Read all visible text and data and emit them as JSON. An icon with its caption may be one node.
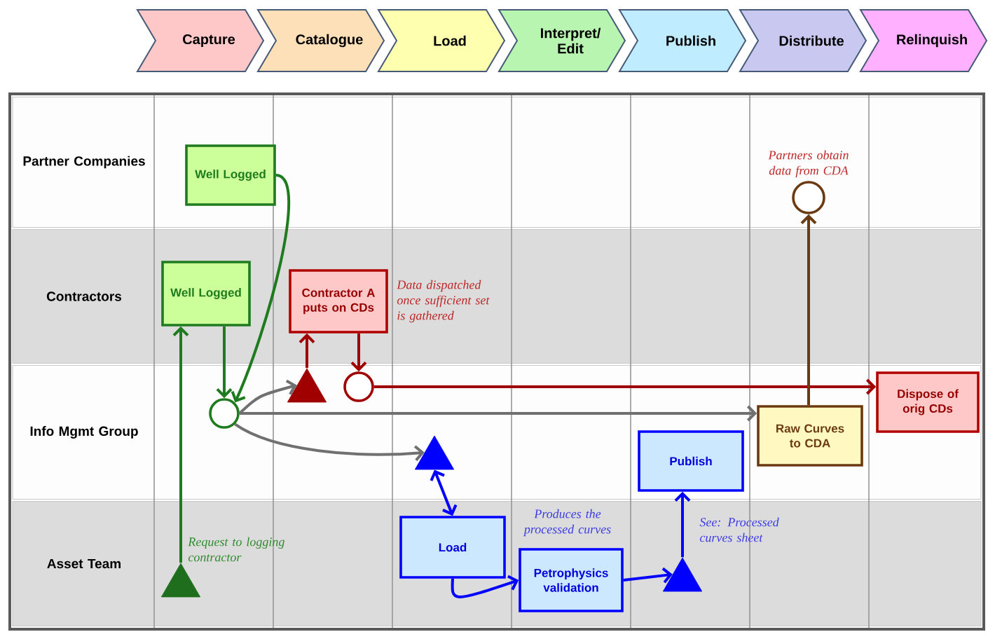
{
  "diagram": {
    "nodes": [
      {
        "text": [
          "Capture"
        ]
      },
      {
        "text": [
          "Catalogue"
        ]
      },
      {
        "text": [
          "Load"
        ]
      },
      {
        "text": [
          "Interpret/ Edit"
        ]
      },
      {
        "text": [
          "Publish"
        ]
      },
      {
        "text": [
          "Distribute"
        ]
      },
      {
        "text": [
          "Relinquish"
        ]
      },
      {
        "text": [
          "Partner Companies"
        ]
      },
      {
        "text": [
          "Contractors"
        ]
      },
      {
        "text": [
          "Info Mgmt Group"
        ]
      },
      {
        "text": [
          "Asset Team"
        ]
      },
      {
        "text": [
          "Well Logged"
        ],
        "in": 7
      },
      {
        "text": [
          "Well Logged"
        ],
        "in": 8
      },
      {
        "text": [
          "Contractor A puts on CDs"
        ],
        "in": 8,
        "beside": [
          "Data dispatched once sufficient set is gathered"
        ]
      },
      {
        "text": [],
        "shape": "circle",
        "in": 9
      },
      {
        "text": [],
        "shape": "triangle",
        "in": 9
      },
      {
        "text": [],
        "shape": "circle",
        "in": 9
      },
      {
        "text": [
          "Dispose of orig CDs"
        ],
        "in": 9
      },
      {
        "text": [
          "Raw Curves to CDA"
        ],
        "in": 9
      },
      {
        "text": [
          "Publish"
        ],
        "in": 9
      },
      {
        "text": [],
        "shape": "triangle",
        "in": 9
      },
      {
        "text": [
          "Load"
        ],
        "in": 10
      },
      {
        "text": [
          "Petrophysics validation"
        ],
        "in": 10,
        "beside": [
          "Produces the processed curves"
        ]
      },
      {
        "text": [],
        "shape": "triangle",
        "in": 10,
        "beside": [
          "See: Processed curves sheet"
        ]
      },
      {
        "text": [],
        "shape": "triangle",
        "in": 10,
        "beside": [
          "Request to logging contractor"
        ]
      },
      {
        "text": [],
        "shape": "circle",
        "in": 7,
        "beside": [
          "Partners obtain data from CDA"
        ]
      }
    ],
    "edges": [
      {
        "from": 24,
        "to": 12,
        "arrow": "to",
        "color": "#1e7b1e"
      },
      {
        "from": 12,
        "to": 14,
        "arrow": "to",
        "color": "#1e7b1e"
      },
      {
        "from": 11,
        "to": 14,
        "arrow": "to",
        "color": "#1e7b1e"
      },
      {
        "from": 14,
        "to": 15,
        "arrow": "to",
        "color": "#707070"
      },
      {
        "from": 15,
        "to": 13,
        "arrow": "to",
        "color": "#a00000"
      },
      {
        "from": 13,
        "to": 16,
        "arrow": "to",
        "color": "#a00000"
      },
      {
        "from": 16,
        "to": 17,
        "arrow": "to",
        "color": "#a00000"
      },
      {
        "from": 14,
        "to": 18,
        "arrow": "to",
        "color": "#707070"
      },
      {
        "from": 14,
        "to": 20,
        "arrow": "to",
        "color": "#707070"
      },
      {
        "from": 20,
        "to": 21,
        "arrow": "both"
      },
      {
        "from": 21,
        "to": 22,
        "arrow": "to"
      },
      {
        "from": 22,
        "to": 23,
        "arrow": "to"
      },
      {
        "from": 23,
        "to": 19,
        "arrow": "to"
      },
      {
        "from": 18,
        "to": 25,
        "arrow": "to",
        "color": "#6b3a10"
      }
    ]
  }
}
